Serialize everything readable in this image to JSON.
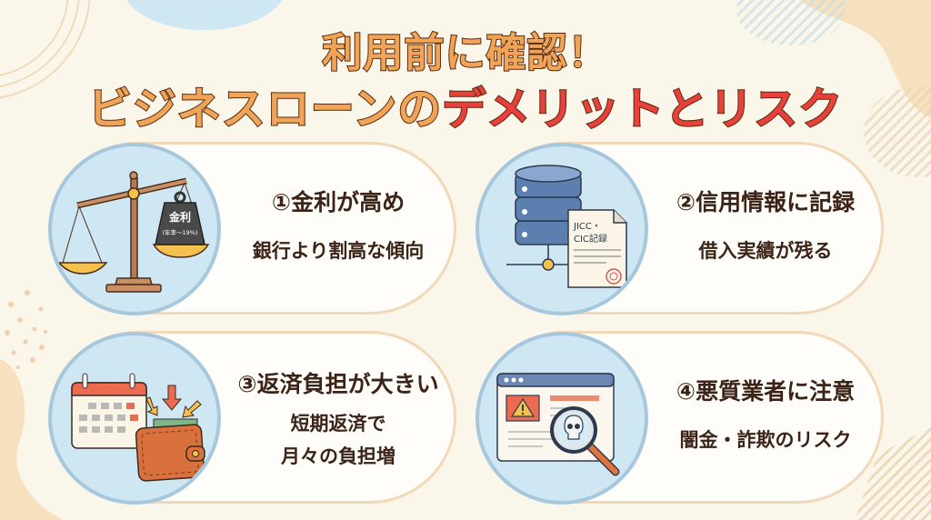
{
  "title": {
    "line1": "利用前に確認！",
    "line2_prefix": "ビジネスローンの",
    "line2_highlight": "デメリットとリスク"
  },
  "colors": {
    "background": "#fbf6ea",
    "title_orange": "#f0a457",
    "title_red": "#e8403b",
    "title_outline": "#5a2a10",
    "card_fill": "#fffdf9",
    "card_border": "#f1d8b8",
    "circle_fill": "#cfe6f3",
    "circle_border": "#a6c7dc",
    "text_dark": "#3b2417"
  },
  "cards": [
    {
      "heading": "①金利が高め",
      "description": "銀行より割高な傾向",
      "icon": "scale-icon",
      "icon_text": {
        "weight_label": "金利",
        "weight_sub": "(年率〜19%)"
      }
    },
    {
      "heading": "②信用情報に記録",
      "description": "借入実績が残る",
      "icon": "database-document-icon",
      "icon_text": {
        "doc_line1": "JICC・",
        "doc_line2": "CIC記録"
      }
    },
    {
      "heading": "③返済負担が大きい",
      "description_line1": "短期返済で",
      "description_line2": "月々の負担増",
      "icon": "calendar-wallet-icon"
    },
    {
      "heading": "④悪質業者に注意",
      "description": "闇金・詐欺のリスク",
      "icon": "warning-browser-magnifier-icon"
    }
  ]
}
